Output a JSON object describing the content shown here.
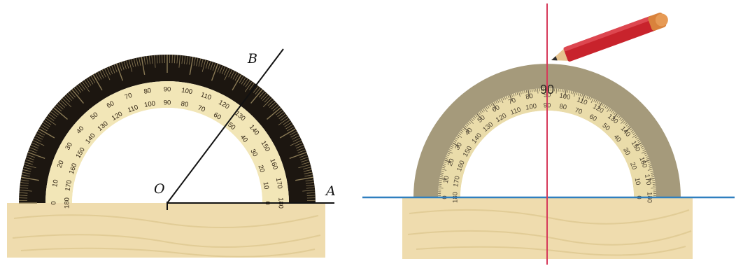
{
  "figure_left": {
    "points": {
      "vertex": "O",
      "ray_end": "B",
      "base_end": "A"
    },
    "scale_labels": {
      "outer": [
        "0",
        "10",
        "20",
        "30",
        "40",
        "50",
        "60",
        "70",
        "80",
        "90",
        "100",
        "110",
        "120",
        "130",
        "140",
        "150",
        "160",
        "170",
        "180"
      ],
      "inner": [
        "180",
        "170",
        "160",
        "150",
        "140",
        "130",
        "120",
        "110",
        "100",
        "90",
        "80",
        "70",
        "60",
        "50",
        "40",
        "30",
        "20",
        "10",
        "0"
      ]
    },
    "angle_AOB_degrees": 50
  },
  "figure_right": {
    "scale_labels": {
      "outer": [
        "0",
        "10",
        "20",
        "30",
        "40",
        "50",
        "60",
        "70",
        "80",
        "90",
        "100",
        "110",
        "120",
        "130",
        "140",
        "150",
        "160",
        "170",
        "180"
      ],
      "inner": [
        "180",
        "170",
        "160",
        "150",
        "140",
        "130",
        "120",
        "110",
        "100",
        "90",
        "80",
        "70",
        "60",
        "50",
        "40",
        "30",
        "20",
        "10",
        "0"
      ]
    },
    "center_label": "90",
    "perpendicular_angle_degrees": 90
  },
  "colors": {
    "wood": "#efdcae",
    "wood_grain": "#dcc48c",
    "protractor_dark": "#1c1610",
    "protractor_grey": "#a59a7b",
    "protractor_face": "#f2e6b7",
    "horizontal_line": "#2f7fbf",
    "vertical_line": "#d63a5a",
    "pencil": "#c8232c"
  }
}
